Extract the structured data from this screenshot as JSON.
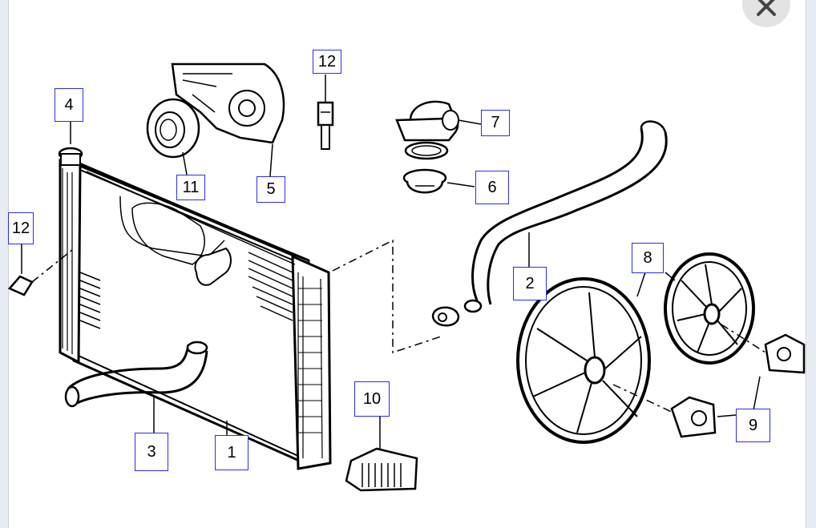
{
  "diagram": {
    "callouts": [
      "12",
      "7",
      "4",
      "11",
      "5",
      "6",
      "12",
      "2",
      "8",
      "3",
      "1",
      "10",
      "9"
    ]
  },
  "colors": {
    "callout_border": "#2d2df0",
    "ink": "#000000",
    "background": "#ffffff",
    "close_button": "#e3e3e3"
  },
  "icons": {
    "close": "close-icon"
  }
}
